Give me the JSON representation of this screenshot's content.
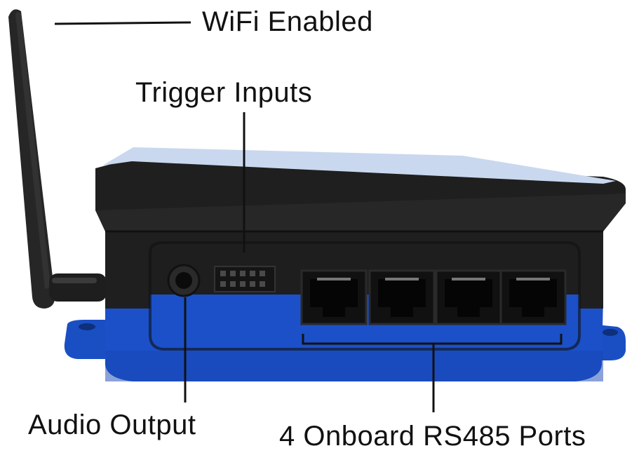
{
  "labels": {
    "wifi": "WiFi Enabled",
    "trigger": "Trigger Inputs",
    "audio": "Audio Output",
    "rs485": "4 Onboard RS485 Ports"
  },
  "colors": {
    "case_black": "#1f1f1f",
    "case_blue": "#1b50c8",
    "screen_glass": "#c9d8ef",
    "callout_line": "#111111"
  },
  "ports": {
    "rj45_count": 4
  }
}
